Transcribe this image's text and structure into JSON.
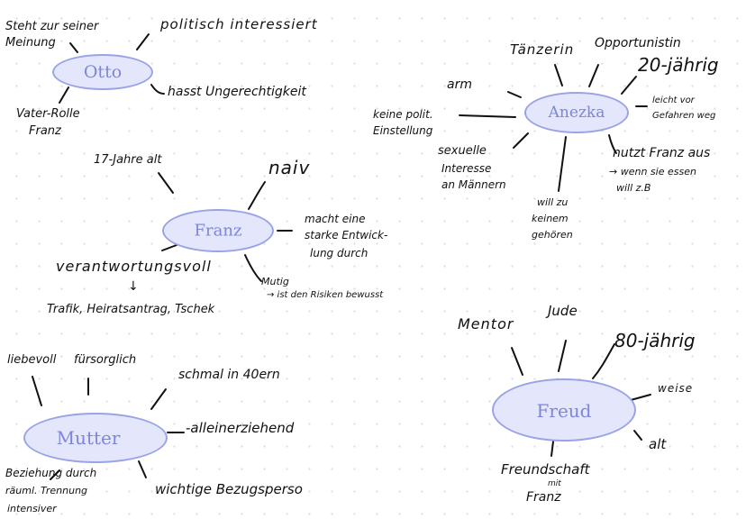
{
  "colors": {
    "node_fill": "#e4e7fb",
    "node_stroke": "#9aa3e6",
    "node_text": "#7d86d8",
    "ink": "#111111"
  },
  "nodes": {
    "otto": "Otto",
    "anezka": "Anezka",
    "franz": "Franz",
    "mutter": "Mutter",
    "freud": "Freud"
  },
  "otto": {
    "steht_line1": "Steht zur seiner",
    "steht_line2": "Meinung",
    "politisch": "politisch interessiert",
    "hasst": "hasst Ungerechtigkeit",
    "vater_line1": "Vater-Rolle",
    "vater_line2": "Franz"
  },
  "anezka": {
    "tanzerin": "Tänzerin",
    "opportunistin": "Opportunistin",
    "jahrig": "20-jährig",
    "arm": "arm",
    "leicht_line1": "leicht vor",
    "leicht_line2": "Gefahren weg",
    "keine_line1": "keine polit.",
    "keine_line2": "Einstellung",
    "sexuelle_line1": "sexuelle",
    "sexuelle_line2": "Interesse",
    "sexuelle_line3": "an Männern",
    "will_line1": "will zu",
    "will_line2": "keinem",
    "will_line3": "gehören",
    "nutzt_line1": "nutzt Franz aus",
    "nutzt_line2": "→ wenn sie essen",
    "nutzt_line3": "will z.B"
  },
  "franz": {
    "alt": "17-Jahre alt",
    "naiv": "naiv",
    "macht_line1": "macht eine",
    "macht_line2": "starke Entwick-",
    "macht_line3": "lung durch",
    "verantwortungsvoll": "verantwortungsvoll",
    "arrow": "↓",
    "trafik": "Trafik, Heiratsantrag, Tschek",
    "mutig_line1": "Mutig",
    "mutig_line2": "→ ist den Risiken bewusst"
  },
  "mutter": {
    "liebevoll": "liebevoll",
    "fursorglich": "fürsorglich",
    "schmal": "schmal in 40ern",
    "alleinerziehend": "-alleinerziehend",
    "beziehung_line1": "Beziehung durch",
    "beziehung_line2": "räuml. Trennung",
    "beziehung_line3": "intensiver",
    "wichtige": "wichtige Bezugsperso"
  },
  "freud": {
    "mentor": "Mentor",
    "jude": "Jude",
    "jahrig": "80-jährig",
    "weise": "weise",
    "alt": "alt",
    "freundschaft_line1": "Freundschaft",
    "freundschaft_line2": "mit",
    "freundschaft_line3": "Franz"
  }
}
